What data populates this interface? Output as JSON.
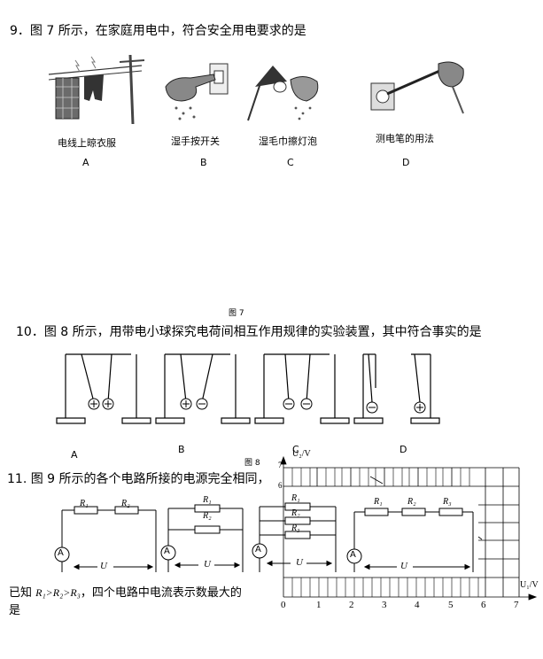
{
  "q9": {
    "text": "9．图 7 所示，在家庭用电中，符合安全用电要求的是",
    "options": [
      {
        "caption": "电线上晾衣服",
        "letter": "A"
      },
      {
        "caption": "湿手按开关",
        "letter": "B"
      },
      {
        "caption": "湿毛巾擦灯泡",
        "letter": "C"
      },
      {
        "caption": "测电笔的用法",
        "letter": "D"
      }
    ],
    "figure_label": "图 7"
  },
  "q10": {
    "text": "10．图 8 所示，用带电小球探究电荷间相互作用规律的实验装置，其中符合事实的是",
    "letters": [
      "A",
      "B",
      "C",
      "D"
    ],
    "figure_label": "图 8"
  },
  "q11": {
    "text": "11. 图 9 所示的各个电路所接的电源完全相同，",
    "tail_prefix": "已知",
    "condition": "R₁>R₂>R₃",
    "tail_suffix": "，四个电路中电流表示数最大的",
    "tail_line2": "是",
    "ammeter": "A",
    "voltage_label": "U",
    "resistors": [
      "R₁",
      "R₂",
      "R₃"
    ]
  },
  "graph": {
    "y_label": "U₂/V",
    "x_label": "U₁/V",
    "x_ticks": [
      "0",
      "1",
      "2",
      "3",
      "4",
      "5",
      "6",
      "7"
    ],
    "y_ticks": [
      "7",
      "6"
    ]
  }
}
